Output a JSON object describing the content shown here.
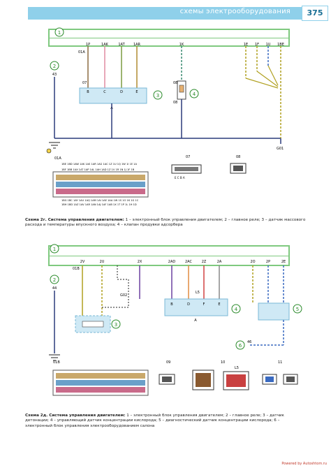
{
  "header": {
    "title": "схемы электрооборудования",
    "page_number": "375"
  },
  "diagram_top": {
    "bus_number": "1",
    "ground_number": "2",
    "ground_wire": "43",
    "connector_top": "01A",
    "pin_tags": [
      "1P",
      "1AK",
      "1AT",
      "1AR",
      "1K",
      "1E",
      "1F",
      "1U",
      "1BE"
    ],
    "ecu_pins": [
      "B",
      "C",
      "D",
      "E"
    ],
    "ecu_label": "A",
    "ecu_number": "3",
    "wire_07": "07",
    "relay_number": "4",
    "relay_pin_top": "08",
    "relay_pin_bottom": "08",
    "ground_point": "G01",
    "connector_label_01a": "01A",
    "connector_label_07": "07",
    "connector_label_08": "08",
    "connector_pins_07": "E  C  B  A",
    "pinrow_top": "1BE 1BD 1AW 1AK 1AS 1AR 1AG 1AC 1Z 1U 1Q 1W 1I 1E 1A",
    "pinrow_mid": "1BF 1BB 1AX 1AT 1AP 1AL 1AH 1AD 1Z 1V 1R 1N 1J 1F 1B",
    "pinrow_bot1": "1BG 1BC 1AY 1AU 1AQ 1AM 1AI 1AE 1AA 1W 1S 1O 1K 1G 1C",
    "pinrow_bot2": "1BH 1BD 1AZ 1AV 1AR 1AN 1AJ 1AF 1AB 1X 1T 1P 1L 1H 1D"
  },
  "caption_top": {
    "bold": "Схема 2г. Система управления двигателем:",
    "text": " 1 – электронный блок управления двигателем; 2 – главное реле; 3 – датчик массового расхода и температуры впускного воздуха; 4 – клапан продувки адсорбера"
  },
  "diagram_bottom": {
    "bus_number": "1",
    "ground_number": "2",
    "ground_wire": "44",
    "connector_top": "01B",
    "pin_tags": [
      "2V",
      "2U",
      "2X",
      "2AD",
      "2AC",
      "2Z",
      "2A",
      "2O",
      "2P",
      "2E"
    ],
    "sensor_number": "3",
    "ecu_pins": [
      "B",
      "D",
      "F",
      "E"
    ],
    "ecu_label": "A",
    "module4_number": "4",
    "module5_number": "5",
    "module6_number": "6",
    "module6_wire": "46",
    "wire_g02": "G02",
    "wire_l5": "L5",
    "connector_label_01b": "01B",
    "connector_label_09": "09",
    "connector_label_10": "10",
    "connector_label_11": "11",
    "connector_label_l5": "L5"
  },
  "caption_bottom": {
    "bold": "Схема 2д. Система управления двигателем:",
    "text": " 1 – электронный блок управления двигателем; 2 – главное реле; 3 – датчик детонации; 4 – управляющий датчик концентрации кислорода; 5 – диагностический датчик концентрации кислорода; 6 – электронный блок управления электрооборудованием салона"
  },
  "credit": "Powered by Autoshtom.ru",
  "colors": {
    "accent": "#8fd0ea",
    "bus": "#7fc97f",
    "box": "#cfe9f5",
    "ground": "#2a3a7a"
  }
}
